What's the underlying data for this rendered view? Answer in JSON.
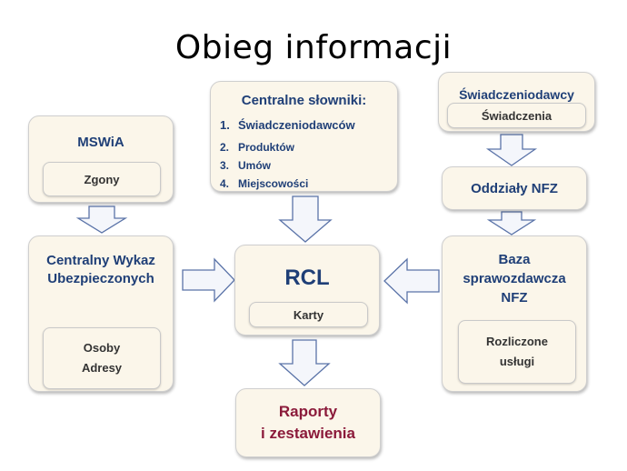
{
  "title": "Obieg informacji",
  "mswia": {
    "label": "MSWiA",
    "inner": "Zgony"
  },
  "cwu": {
    "label_line1": "Centralny Wykaz",
    "label_line2": "Ubezpieczonych",
    "inner_line1": "Osoby",
    "inner_line2": "Adresy"
  },
  "slowniki": {
    "label": "Centralne słowniki:",
    "items": [
      {
        "num": "1.",
        "text": "Świadczeniodawców"
      },
      {
        "num": "2.",
        "text": "Produktów"
      },
      {
        "num": "3.",
        "text": "Umów"
      },
      {
        "num": "4.",
        "text": "Miejscowości"
      }
    ]
  },
  "swiadczeniodawcy": {
    "label": "Świadczeniodawcy",
    "inner": "Świadczenia"
  },
  "oddzialy": {
    "label": "Oddziały NFZ"
  },
  "baza": {
    "label_line1": "Baza",
    "label_line2": "sprawozdawcza",
    "label_line3": "NFZ",
    "inner_line1": "Rozliczone",
    "inner_line2": "usługi"
  },
  "rcl": {
    "label": "RCL",
    "inner": "Karty"
  },
  "raporty": {
    "label_line1": "Raporty",
    "label_line2": "i zestawienia"
  },
  "colors": {
    "box_fill": "#fbf6ea",
    "label_blue": "#1f3f77",
    "raporty_red": "#8b1a3a",
    "arrow_fill": "#f4f6fb",
    "arrow_stroke": "#5a73a8"
  }
}
